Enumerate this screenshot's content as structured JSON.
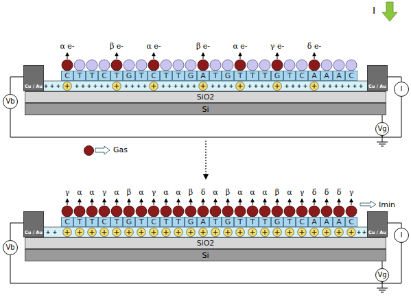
{
  "diagram": {
    "nodes": [
      {
        "text": [
          "Cu / Au"
        ]
      },
      {
        "text": [
          "C"
        ]
      },
      {
        "text": [
          "T"
        ]
      },
      {
        "text": [
          "T"
        ]
      },
      {
        "text": [
          "C"
        ]
      },
      {
        "text": [
          "T"
        ]
      },
      {
        "text": [
          "G"
        ]
      },
      {
        "text": [
          "T"
        ]
      },
      {
        "text": [
          "C"
        ]
      },
      {
        "text": [
          "T"
        ]
      },
      {
        "text": [
          "T"
        ]
      },
      {
        "text": [
          "G"
        ]
      },
      {
        "text": [
          "A"
        ]
      },
      {
        "text": [
          "T"
        ]
      },
      {
        "text": [
          "G"
        ]
      },
      {
        "text": [
          "T"
        ]
      },
      {
        "text": [
          "T"
        ]
      },
      {
        "text": [
          "T"
        ]
      },
      {
        "text": [
          "G"
        ]
      },
      {
        "text": [
          "T"
        ]
      },
      {
        "text": [
          "C"
        ]
      },
      {
        "text": [
          "A"
        ]
      },
      {
        "text": [
          "A"
        ]
      },
      {
        "text": [
          "A"
        ]
      },
      {
        "text": [
          "C"
        ]
      },
      {
        "text": [
          "Cu / Au"
        ]
      },
      {
        "text": [
          "SiO2"
        ]
      },
      {
        "text": [
          "Si"
        ]
      },
      {
        "text": [
          "Vb"
        ]
      },
      {
        "text": [
          "I"
        ]
      },
      {
        "text": [
          "Vg"
        ]
      },
      {
        "text": [
          "Cu / Au"
        ]
      },
      {
        "text": [
          "C"
        ]
      },
      {
        "text": [
          "T"
        ]
      },
      {
        "text": [
          "T"
        ]
      },
      {
        "text": [
          "C"
        ]
      },
      {
        "text": [
          "T"
        ]
      },
      {
        "text": [
          "G"
        ]
      },
      {
        "text": [
          "T"
        ]
      },
      {
        "text": [
          "C"
        ]
      },
      {
        "text": [
          "T"
        ]
      },
      {
        "text": [
          "T"
        ]
      },
      {
        "text": [
          "G"
        ]
      },
      {
        "text": [
          "A"
        ]
      },
      {
        "text": [
          "T"
        ]
      },
      {
        "text": [
          "G"
        ]
      },
      {
        "text": [
          "T"
        ]
      },
      {
        "text": [
          "T"
        ]
      },
      {
        "text": [
          "T"
        ]
      },
      {
        "text": [
          "G"
        ]
      },
      {
        "text": [
          "T"
        ]
      },
      {
        "text": [
          "C"
        ]
      },
      {
        "text": [
          "A"
        ]
      },
      {
        "text": [
          "A"
        ]
      },
      {
        "text": [
          "A"
        ]
      },
      {
        "text": [
          "C"
        ]
      },
      {
        "text": [
          "Cu / Au"
        ]
      },
      {
        "text": [
          "SiO2"
        ]
      },
      {
        "text": [
          "Si"
        ]
      },
      {
        "text": [
          "Vb"
        ]
      },
      {
        "text": [
          "I"
        ]
      },
      {
        "text": [
          "Vg"
        ]
      }
    ],
    "edges": [
      {
        "from": 28,
        "to": 0,
        "arrow": "none"
      },
      {
        "from": 25,
        "to": 29,
        "arrow": "none"
      },
      {
        "from": 28,
        "to": 30,
        "arrow": "none"
      },
      {
        "from": 29,
        "to": 30,
        "arrow": "none"
      },
      {
        "from": 30,
        "to": 27,
        "arrow": "none"
      },
      {
        "from": 59,
        "to": 31,
        "arrow": "none"
      },
      {
        "from": 56,
        "to": 60,
        "arrow": "none"
      },
      {
        "from": 59,
        "to": 61,
        "arrow": "none"
      },
      {
        "from": 60,
        "to": 61,
        "arrow": "none"
      },
      {
        "from": 61,
        "to": 58,
        "arrow": "none"
      }
    ],
    "labels": [
      "α e-",
      "β e-",
      "α e-",
      "β e-",
      "α e-",
      "γ e-",
      "δ e-",
      "I",
      "γ",
      "α",
      "α",
      "γ",
      "α",
      "β",
      "α",
      "γ",
      "α",
      "α",
      "β",
      "δ",
      "α",
      "β",
      "α",
      "α",
      "α",
      "β",
      "α",
      "γ",
      "δ",
      "δ",
      "δ",
      "γ",
      "Imin"
    ],
    "legend": [
      {
        "text": "Gas",
        "color": "#8b1a1a"
      }
    ]
  }
}
